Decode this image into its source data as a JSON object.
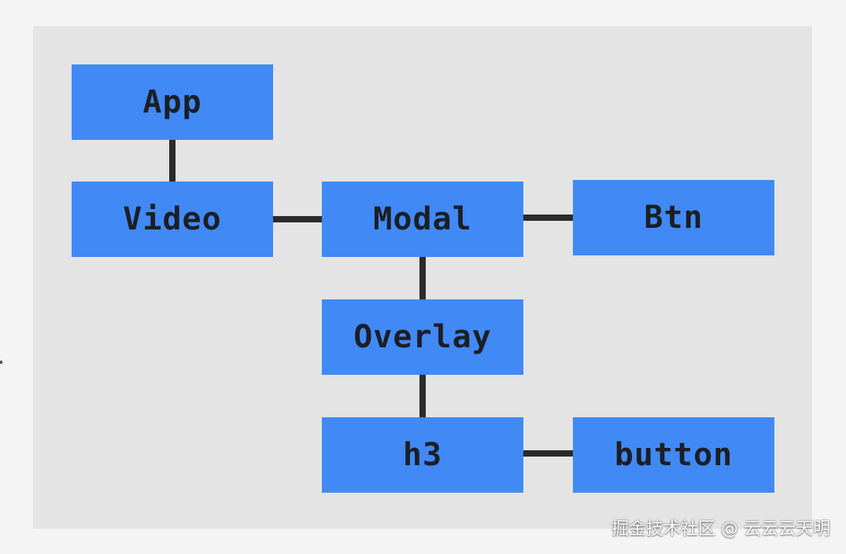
{
  "diagram": {
    "nodes": {
      "app": "App",
      "video": "Video",
      "modal": "Modal",
      "btn": "Btn",
      "overlay": "Overlay",
      "h3": "h3",
      "button": "button"
    },
    "edges": [
      [
        "App",
        "Video"
      ],
      [
        "Video",
        "Modal"
      ],
      [
        "Modal",
        "Btn"
      ],
      [
        "Modal",
        "Overlay"
      ],
      [
        "Overlay",
        "h3"
      ],
      [
        "h3",
        "button"
      ]
    ]
  },
  "colors": {
    "node_fill": "#4189f5",
    "node_text": "#1c1f24",
    "edge": "#2b2b2b",
    "panel": "#e3e4e3",
    "page": "#f4f4f4"
  },
  "watermark": "掘金技术社区 @ 云云云天明"
}
